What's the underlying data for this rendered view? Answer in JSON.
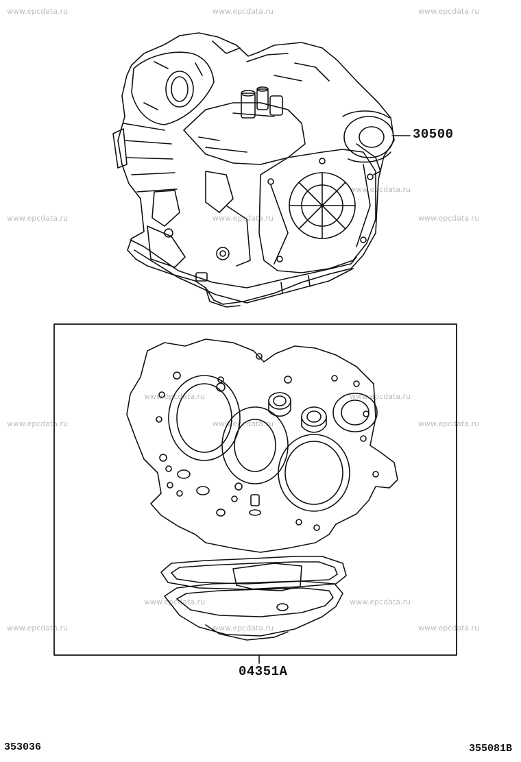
{
  "watermark": "www.epcdata.ru",
  "callouts": {
    "transmission_assembly": "30500",
    "gasket_kit": "04351A"
  },
  "footer": {
    "left_code": "353036",
    "right_code": "355081B"
  }
}
